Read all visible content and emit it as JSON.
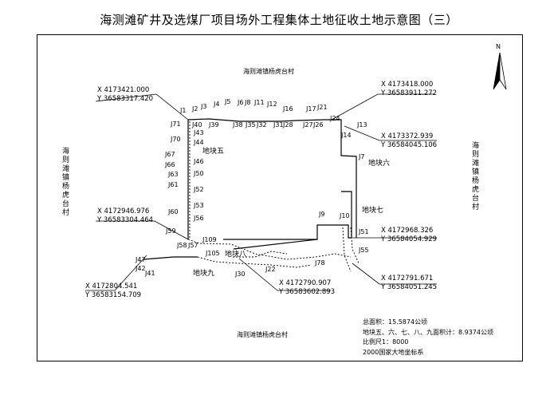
{
  "title": "海测滩矿井及选煤厂项目场外工程集体土地征收土地示意图（三）",
  "north": "N",
  "villages": {
    "top": "海则滩镇杨虎台村",
    "bottom": "海则滩镇杨虎台村",
    "left": "海则滩镇杨虎台村",
    "right": "海则滩镇杨虎台村"
  },
  "parcels": {
    "p5": "地块五",
    "p6": "地块六",
    "p7": "地块七",
    "p8": "地块八",
    "p9": "地块九"
  },
  "coordinates": {
    "c1": {
      "x": "X 4173421.000",
      "y": "Y 36583317.420"
    },
    "c2": {
      "x": "X 4173418.000",
      "y": "Y 36583911.272"
    },
    "c3": {
      "x": "X 4173372.939",
      "y": "Y 36584045.106"
    },
    "c4": {
      "x": "X 4172946.976",
      "y": "Y 36583304.464"
    },
    "c5": {
      "x": "X 4172968.326",
      "y": "Y 36584054.929"
    },
    "c6": {
      "x": "X 4172791.671",
      "y": "Y 36584051.245"
    },
    "c7": {
      "x": "X 4172804.541",
      "y": "Y 36583154.709"
    },
    "c8": {
      "x": "X 4172790.907",
      "y": "Y 36583602.893"
    }
  },
  "summary": {
    "total_area": "总面积：15.5874公顷",
    "subtotal": "地块五、六、七、八、九面积计：8.9374公顷",
    "scale": "比例尺1：8000",
    "crs": "2000国家大地坐标系"
  },
  "points": {
    "J1": "J1",
    "J2": "J2",
    "J3": "J3",
    "J4": "J4",
    "J5": "J5",
    "J6": "J6",
    "J8": "J8",
    "J11": "J11",
    "J12": "J12",
    "J16": "J16",
    "J17": "J17",
    "J21": "J21",
    "J24": "J24",
    "J71": "J71",
    "J40": "J40",
    "J39": "J39",
    "J38": "J38",
    "J35": "J35",
    "J32": "J32",
    "J31": "J31",
    "J28": "J28",
    "J27": "J27",
    "J26": "J26",
    "J70": "J70",
    "J43": "J43",
    "J44": "J44",
    "J67": "J67",
    "J66": "J66",
    "J46": "J46",
    "J63": "J63",
    "J50": "J50",
    "J61": "J61",
    "J52": "J52",
    "J60": "J60",
    "J53": "J53",
    "J56": "J56",
    "J59": "J59",
    "J58": "J58",
    "J57": "J57",
    "J13": "J13",
    "J14": "J14",
    "J7": "J7",
    "J9": "J9",
    "J10": "J10",
    "J51": "J51",
    "J55": "J55",
    "J109": "J109",
    "J105": "J105",
    "J30": "J30",
    "J22": "J22",
    "J78": "J78",
    "J42": "J42",
    "J47": "J47",
    "J41": "J41"
  }
}
